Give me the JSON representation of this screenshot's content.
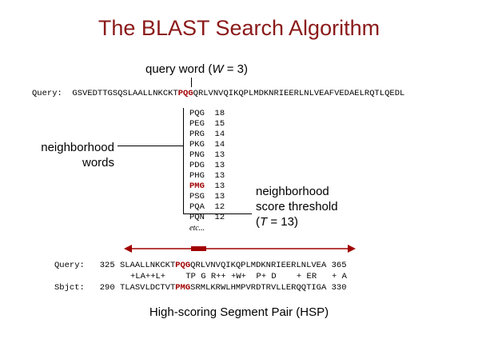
{
  "title": "The BLAST Search Algorithm",
  "query_word_label": {
    "prefix": "query word (",
    "var": "W",
    "suffix": " = 3)"
  },
  "query_line": {
    "label": "Query:",
    "seq_before": "GSVEDTTGSQSLAALLNKCKT",
    "word": "PQG",
    "seq_after": "QRLVNVQIKQPLMDKNRIEERLNLVEAFVEDAELRQTLQEDL"
  },
  "neighborhood_words_label": [
    "neighborhood",
    "words"
  ],
  "neighbors": [
    {
      "word": "PQG",
      "score": "18",
      "highlight": false
    },
    {
      "word": "PEG",
      "score": "15",
      "highlight": false
    },
    {
      "word": "PRG",
      "score": "14",
      "highlight": false
    },
    {
      "word": "PKG",
      "score": "14",
      "highlight": false
    },
    {
      "word": "PNG",
      "score": "13",
      "highlight": false
    },
    {
      "word": "PDG",
      "score": "13",
      "highlight": false
    },
    {
      "word": "PHG",
      "score": "13",
      "highlight": false
    },
    {
      "word": "PMG",
      "score": "13",
      "highlight": true
    },
    {
      "word": "PSG",
      "score": "13",
      "highlight": false
    },
    {
      "word": "PQA",
      "score": "12",
      "highlight": false
    },
    {
      "word": "PQN",
      "score": "12",
      "highlight": false
    }
  ],
  "neighbors_etc": "etc...",
  "threshold_label": {
    "line1": "neighborhood",
    "line2": "score threshold",
    "line3_prefix": "(",
    "line3_var": "T",
    "line3_suffix": " = 13)"
  },
  "alignment": {
    "query": {
      "label": "Query:",
      "start": "325",
      "seq_before": "SLAALLNKCKT",
      "word": "PQG",
      "seq_after": "QRLVNVQIKQPLMDKNRIEERLNLVEA",
      "end": "365"
    },
    "match_line": "+LA++L+    TP G R++ +W+  P+ D    + ER   + A",
    "subject": {
      "label": "Sbjct:",
      "start": "290",
      "seq_before": "TLASVLDCTVT",
      "word": "PMG",
      "seq_after": "SRMLKRWLHMPVRDTRVLLERQQTIGA",
      "end": "330"
    }
  },
  "hsp_label": "High-scoring Segment Pair (HSP)",
  "colors": {
    "title": "#8b1a1a",
    "highlight": "#a00000",
    "arrow": "#a00000"
  }
}
